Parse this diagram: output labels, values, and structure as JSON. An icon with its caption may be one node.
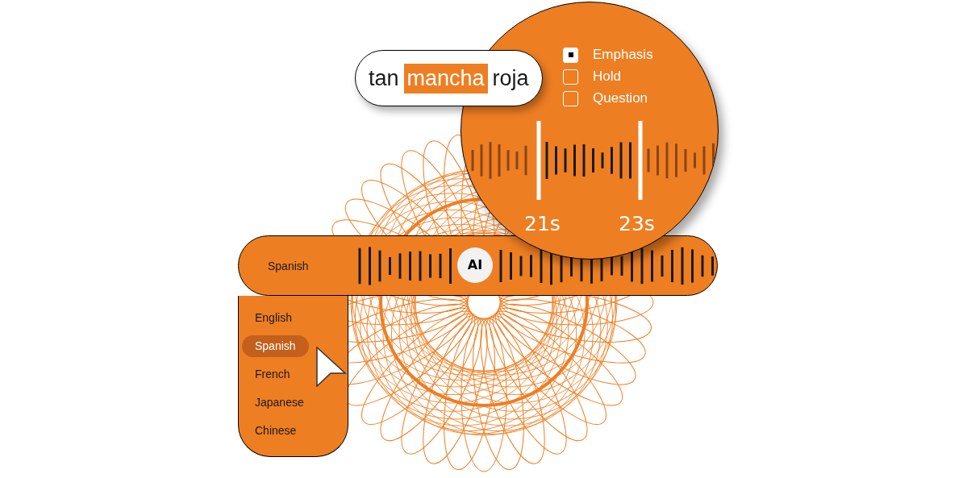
{
  "diagram": {
    "nodes": [
      {
        "text": [
          "tan",
          "mancha",
          "roja"
        ]
      },
      {
        "text": [
          "Emphasis",
          "Hold",
          "Question",
          "21s",
          "23s"
        ]
      },
      {
        "text": [
          "Spanish"
        ]
      },
      {
        "text": [
          "AI"
        ],
        "in": 2
      },
      {
        "text": [
          "English",
          "Spanish",
          "French",
          "Japanese",
          "Chinese"
        ]
      }
    ]
  }
}
